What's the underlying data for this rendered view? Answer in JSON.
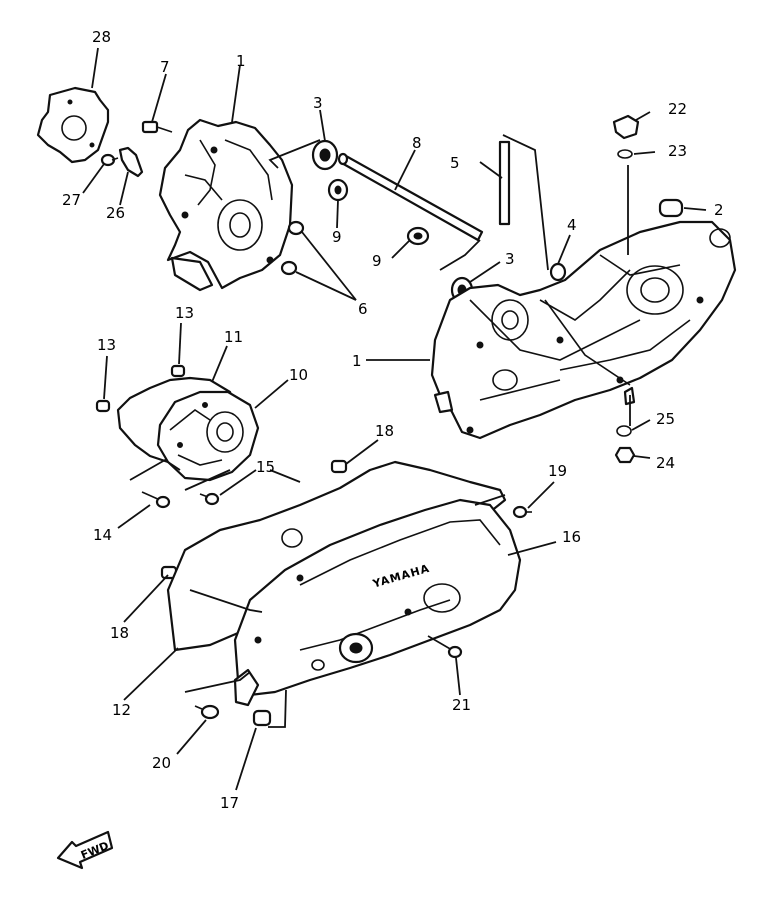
{
  "callouts": [
    {
      "id": "28",
      "label": "28"
    },
    {
      "id": "7",
      "label": "7"
    },
    {
      "id": "1a",
      "label": "1"
    },
    {
      "id": "3a",
      "label": "3"
    },
    {
      "id": "8",
      "label": "8"
    },
    {
      "id": "22",
      "label": "22"
    },
    {
      "id": "5",
      "label": "5"
    },
    {
      "id": "23",
      "label": "23"
    },
    {
      "id": "27",
      "label": "27"
    },
    {
      "id": "26",
      "label": "26"
    },
    {
      "id": "9a",
      "label": "9"
    },
    {
      "id": "2",
      "label": "2"
    },
    {
      "id": "4",
      "label": "4"
    },
    {
      "id": "9b",
      "label": "9"
    },
    {
      "id": "3b",
      "label": "3"
    },
    {
      "id": "6",
      "label": "6"
    },
    {
      "id": "13a",
      "label": "13"
    },
    {
      "id": "11",
      "label": "11"
    },
    {
      "id": "13b",
      "label": "13"
    },
    {
      "id": "1b",
      "label": "1"
    },
    {
      "id": "10",
      "label": "10"
    },
    {
      "id": "25",
      "label": "25"
    },
    {
      "id": "24",
      "label": "24"
    },
    {
      "id": "18a",
      "label": "18"
    },
    {
      "id": "15",
      "label": "15"
    },
    {
      "id": "19",
      "label": "19"
    },
    {
      "id": "14",
      "label": "14"
    },
    {
      "id": "16",
      "label": "16"
    },
    {
      "id": "18b",
      "label": "18"
    },
    {
      "id": "12",
      "label": "12"
    },
    {
      "id": "21",
      "label": "21"
    },
    {
      "id": "20",
      "label": "20"
    },
    {
      "id": "17",
      "label": "17"
    }
  ],
  "logo": {
    "cover_text": "YAMAHA"
  },
  "fwd_arrow": {
    "label": "FWD"
  }
}
